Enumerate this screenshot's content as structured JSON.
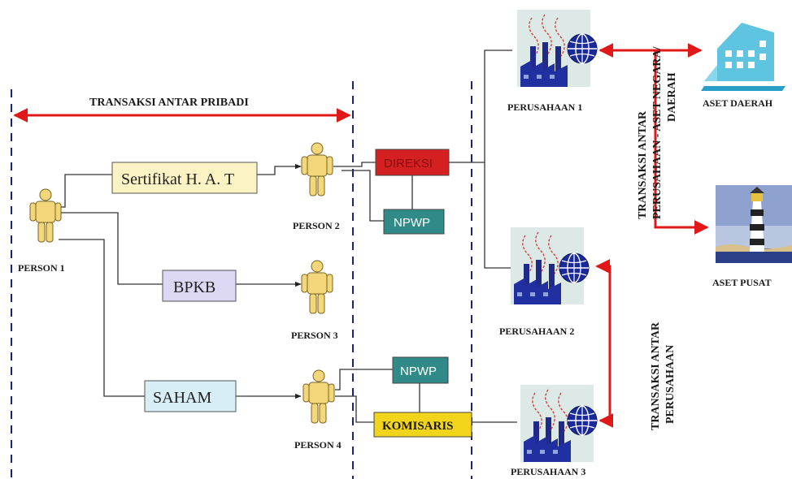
{
  "header_transaction": "TRANSAKSI ANTAR PRIBADI",
  "vertical_transactions": {
    "state": [
      "TRANSAKSI ANTAR",
      "PERUSAHAAN - ASET NEGARA/",
      "DAERAH"
    ],
    "companies": [
      "TRANSAKSI ANTAR",
      "PERUSAHAAN"
    ]
  },
  "persons": [
    "PERSON 1",
    "PERSON 2",
    "PERSON 3",
    "PERSON 4"
  ],
  "assets": {
    "hat": "Sertifikat H. A. T",
    "bpkb": "BPKB",
    "saham": "SAHAM"
  },
  "boxes": {
    "direksi": "DIREKSI",
    "npwp_top": "NPWP",
    "npwp_bottom": "NPWP",
    "komisaris": "KOMISARIS"
  },
  "companies": [
    "PERUSAHAAN 1",
    "PERUSAHAAN 2",
    "PERUSAHAAN 3"
  ],
  "state_assets": [
    "ASET DAERAH",
    "ASET PUSAT"
  ],
  "colors": {
    "arrow_red": "#e01818",
    "divider_blue": "#1a237e",
    "person_yellow": "#f3d77a",
    "hat_fill": "#fbf3c4",
    "bpkb_fill": "#dcd8f4",
    "saham_fill": "#d8eef6",
    "direksi_fill": "#d42020",
    "npwp_fill": "#2f8a88",
    "komisaris_fill": "#f2d41a"
  }
}
